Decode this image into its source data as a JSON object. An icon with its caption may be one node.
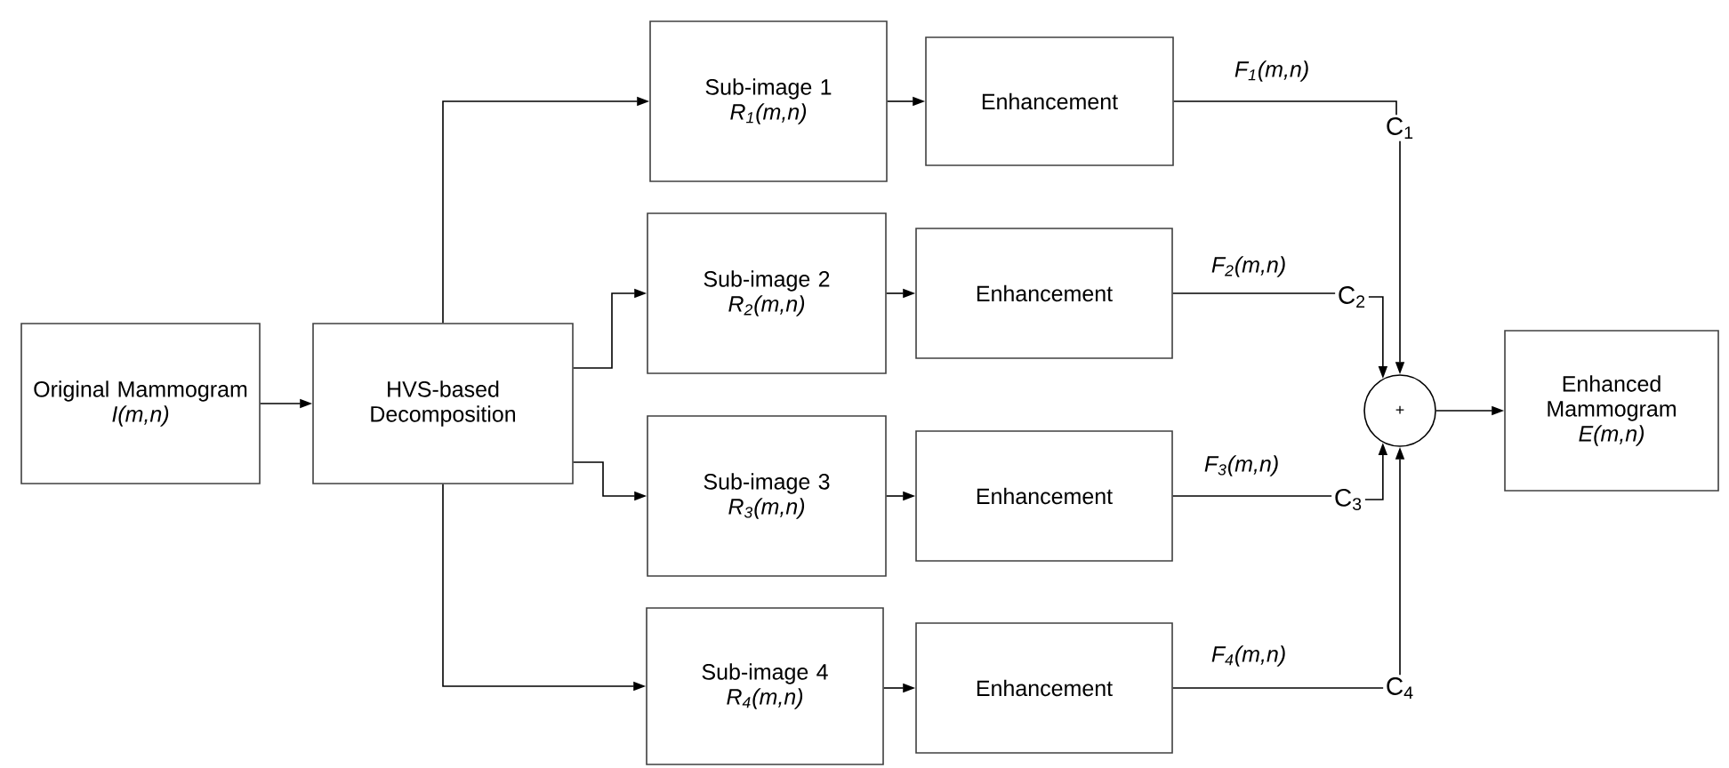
{
  "diagram": {
    "nodes": [
      {
        "text": [
          "Original Mammogram",
          "I(m,n)"
        ]
      },
      {
        "text": [
          "HVS-based Decomposition"
        ]
      },
      {
        "text": [
          "Sub-image 1",
          "R$_{1}$(m,n)"
        ]
      },
      {
        "text": [
          "Sub-image 2",
          "R$_{2}$(m,n)"
        ]
      },
      {
        "text": [
          "Sub-image 3",
          "R$_{3}$(m,n)"
        ]
      },
      {
        "text": [
          "Sub-image 4",
          "R$_{4}$(m,n)"
        ]
      },
      {
        "text": [
          "Enhancement"
        ]
      },
      {
        "text": [
          "Enhancement"
        ]
      },
      {
        "text": [
          "Enhancement"
        ]
      },
      {
        "text": [
          "Enhancement"
        ]
      },
      {
        "text": [
          "C$_{1}$"
        ]
      },
      {
        "text": [
          "C$_{2}$"
        ]
      },
      {
        "text": [
          "C$_{3}$"
        ]
      },
      {
        "text": [
          "C$_{4}$"
        ]
      },
      {
        "text": [
          "+"
        ]
      },
      {
        "text": [
          "Enhanced Mammogram",
          "E(m,n)"
        ]
      }
    ],
    "edges": [
      {
        "from": 0,
        "to": 1,
        "arrow": "to"
      },
      {
        "from": 1,
        "to": 2,
        "arrow": "to"
      },
      {
        "from": 1,
        "to": 3,
        "arrow": "to"
      },
      {
        "from": 1,
        "to": 4,
        "arrow": "to"
      },
      {
        "from": 1,
        "to": 5,
        "arrow": "to"
      },
      {
        "from": 2,
        "to": 6,
        "arrow": "to"
      },
      {
        "from": 3,
        "to": 7,
        "arrow": "to"
      },
      {
        "from": 4,
        "to": 8,
        "arrow": "to"
      },
      {
        "from": 5,
        "to": 9,
        "arrow": "to"
      },
      {
        "from": 6,
        "to": 10,
        "label": "F$_{1}$(m,n)",
        "arrow": "none"
      },
      {
        "from": 7,
        "to": 11,
        "label": "F$_{2}$(m,n)",
        "arrow": "none"
      },
      {
        "from": 8,
        "to": 12,
        "label": "F$_{3}$(m,n)",
        "arrow": "none"
      },
      {
        "from": 9,
        "to": 13,
        "label": "F$_{4}$(m,n)",
        "arrow": "none"
      },
      {
        "from": 10,
        "to": 14,
        "arrow": "to"
      },
      {
        "from": 11,
        "to": 14,
        "arrow": "to"
      },
      {
        "from": 12,
        "to": 14,
        "arrow": "to"
      },
      {
        "from": 13,
        "to": 14,
        "arrow": "to"
      },
      {
        "from": 14,
        "to": 15,
        "arrow": "to"
      }
    ]
  }
}
